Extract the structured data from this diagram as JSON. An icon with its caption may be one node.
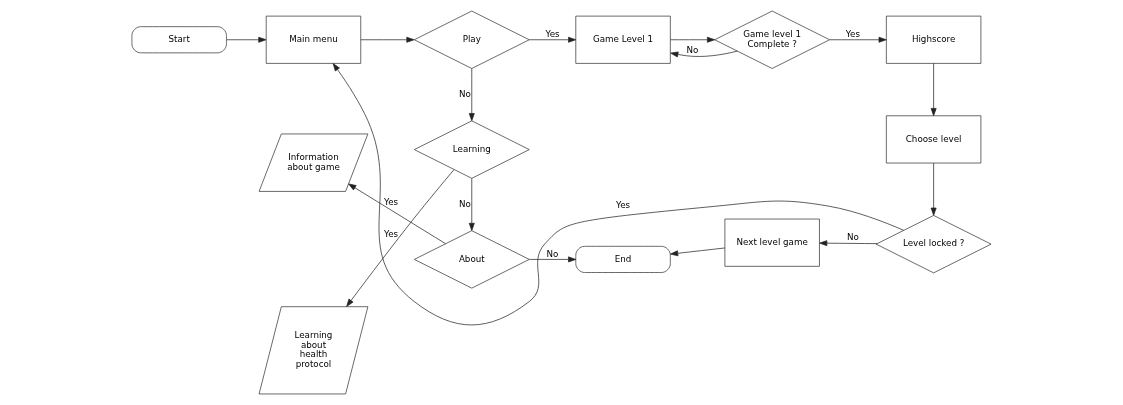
{
  "diagram": {
    "nodes": [
      {
        "text": [
          "Start"
        ]
      },
      {
        "text": [
          "Main menu"
        ]
      },
      {
        "text": [
          "Play"
        ]
      },
      {
        "text": [
          "Game Level 1"
        ]
      },
      {
        "text": [
          "Game level 1 Complete ?"
        ]
      },
      {
        "text": [
          "Highscore"
        ]
      },
      {
        "text": [
          "Learning about health protocol"
        ]
      },
      {
        "text": [
          "Learning"
        ]
      },
      {
        "text": [
          "Choose level"
        ]
      },
      {
        "text": [
          "Information about game"
        ]
      },
      {
        "text": [
          "About"
        ]
      },
      {
        "text": [
          "End"
        ]
      },
      {
        "text": [
          "Next level game"
        ]
      },
      {
        "text": [
          "Level locked ?"
        ]
      }
    ],
    "edges": [
      {
        "from": 0,
        "to": 1,
        "arrow": "to"
      },
      {
        "from": 1,
        "to": 2,
        "arrow": "to"
      },
      {
        "from": 2,
        "to": 3,
        "arrow": "to",
        "label": "Yes"
      },
      {
        "from": 3,
        "to": 4,
        "arrow": "to"
      },
      {
        "from": 4,
        "to": 3,
        "arrow": "to",
        "label": "No"
      },
      {
        "from": 4,
        "to": 5,
        "arrow": "to",
        "label": "Yes"
      },
      {
        "from": 2,
        "to": 7,
        "arrow": "to",
        "label": "No"
      },
      {
        "from": 7,
        "to": 6,
        "arrow": "to",
        "label": "Yes"
      },
      {
        "from": 7,
        "to": 10,
        "arrow": "to",
        "label": "No"
      },
      {
        "from": 10,
        "to": 9,
        "arrow": "to",
        "label": "Yes"
      },
      {
        "from": 10,
        "to": 11,
        "arrow": "to",
        "label": "No"
      },
      {
        "from": 5,
        "to": 8,
        "arrow": "to"
      },
      {
        "from": 8,
        "to": 13,
        "arrow": "to"
      },
      {
        "from": 13,
        "to": 12,
        "arrow": "to",
        "label": "No"
      },
      {
        "from": 12,
        "to": 11,
        "arrow": "to"
      },
      {
        "from": 13,
        "to": 1,
        "arrow": "to",
        "label": "Yes"
      }
    ]
  }
}
